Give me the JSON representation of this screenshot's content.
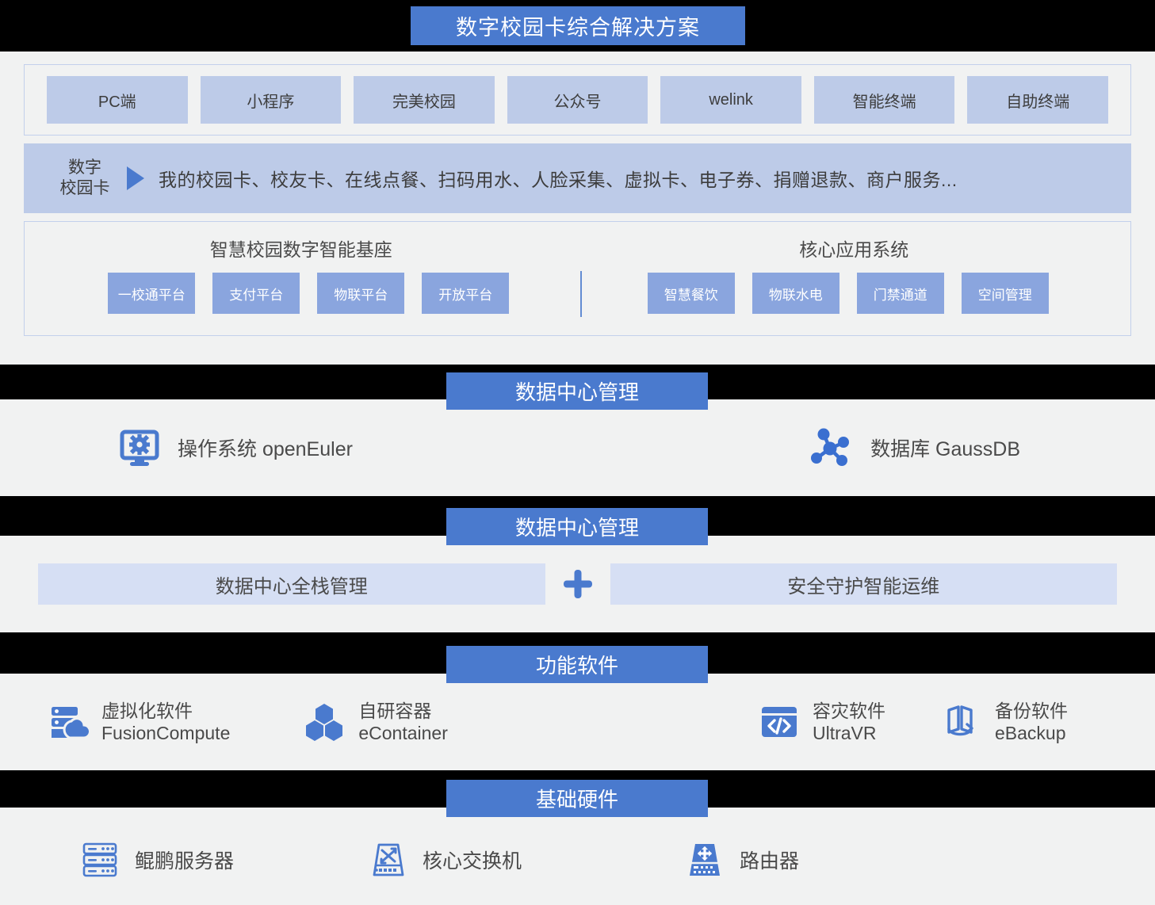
{
  "title": "数字校园卡综合解决方案",
  "application_layer": {
    "channels": [
      {
        "label": "PC端"
      },
      {
        "label": "小程序"
      },
      {
        "label": "完美校园"
      },
      {
        "label": "公众号"
      },
      {
        "label": "welink"
      },
      {
        "label": "智能终端"
      },
      {
        "label": "自助终端"
      }
    ],
    "card_band": {
      "label_line1": "数字",
      "label_line2": "校园卡",
      "arrow_icon": "triangle-right-icon",
      "features": "我的校园卡、校友卡、在线点餐、扫码用水、人脸采集、虚拟卡、电子券、捐赠退款、商户服务..."
    },
    "platform": {
      "left_heading": "智慧校园数字智能基座",
      "right_heading": "核心应用系统",
      "left_chips": [
        "一校通平台",
        "支付平台",
        "物联平台",
        "开放平台"
      ],
      "right_chips": [
        "智慧餐饮",
        "物联水电",
        "门禁通道",
        "空间管理"
      ]
    }
  },
  "os_section": {
    "header": "数据中心管理",
    "items": [
      {
        "icon": "monitor-gear-icon",
        "text": "操作系统  openEuler"
      },
      {
        "icon": "database-nodes-icon",
        "text": "数据库  GaussDB"
      }
    ]
  },
  "mgmt_section": {
    "header": "数据中心管理",
    "left_box": "数据中心全栈管理",
    "plus_icon": "plus-icon",
    "right_box": "安全守护智能运维"
  },
  "function_section": {
    "header": "功能软件",
    "items": [
      {
        "icon": "server-cloud-icon",
        "line1": "虚拟化软件",
        "line2": "FusionCompute"
      },
      {
        "icon": "hexagons-icon",
        "line1": "自研容器",
        "line2": "eContainer"
      },
      {
        "icon": "code-window-icon",
        "line1": "容灾软件",
        "line2": "UltraVR"
      },
      {
        "icon": "backup-panels-icon",
        "line1": "备份软件",
        "line2": "eBackup"
      }
    ]
  },
  "hardware_section": {
    "header": "基础硬件",
    "items": [
      {
        "icon": "server-rack-icon",
        "label": "鲲鹏服务器"
      },
      {
        "icon": "switch-icon",
        "label": "核心交换机"
      },
      {
        "icon": "router-icon",
        "label": "路由器"
      }
    ]
  },
  "colors": {
    "accent": "#4a7ace",
    "chip": "#bdcbe8",
    "chip_strong": "#8aa5de",
    "panel_bg": "#f1f2f2",
    "soft_box": "#d6dff4",
    "text": "#4a4a4a",
    "background": "#000000"
  }
}
